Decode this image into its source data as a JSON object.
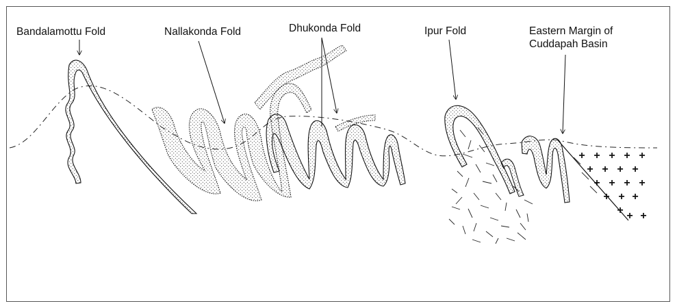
{
  "labels": {
    "bandalamottu": "Bandalamottu Fold",
    "nallakonda": "Nallakonda Fold",
    "dhukonda": "Dhukonda Fold",
    "ipur": "Ipur Fold",
    "eastern_line1": "Eastern Margin of",
    "eastern_line2": "Cuddapah Basin"
  },
  "symbols": {
    "granite": "+"
  },
  "colors": {
    "ink": "#111111",
    "frame": "#555555"
  }
}
